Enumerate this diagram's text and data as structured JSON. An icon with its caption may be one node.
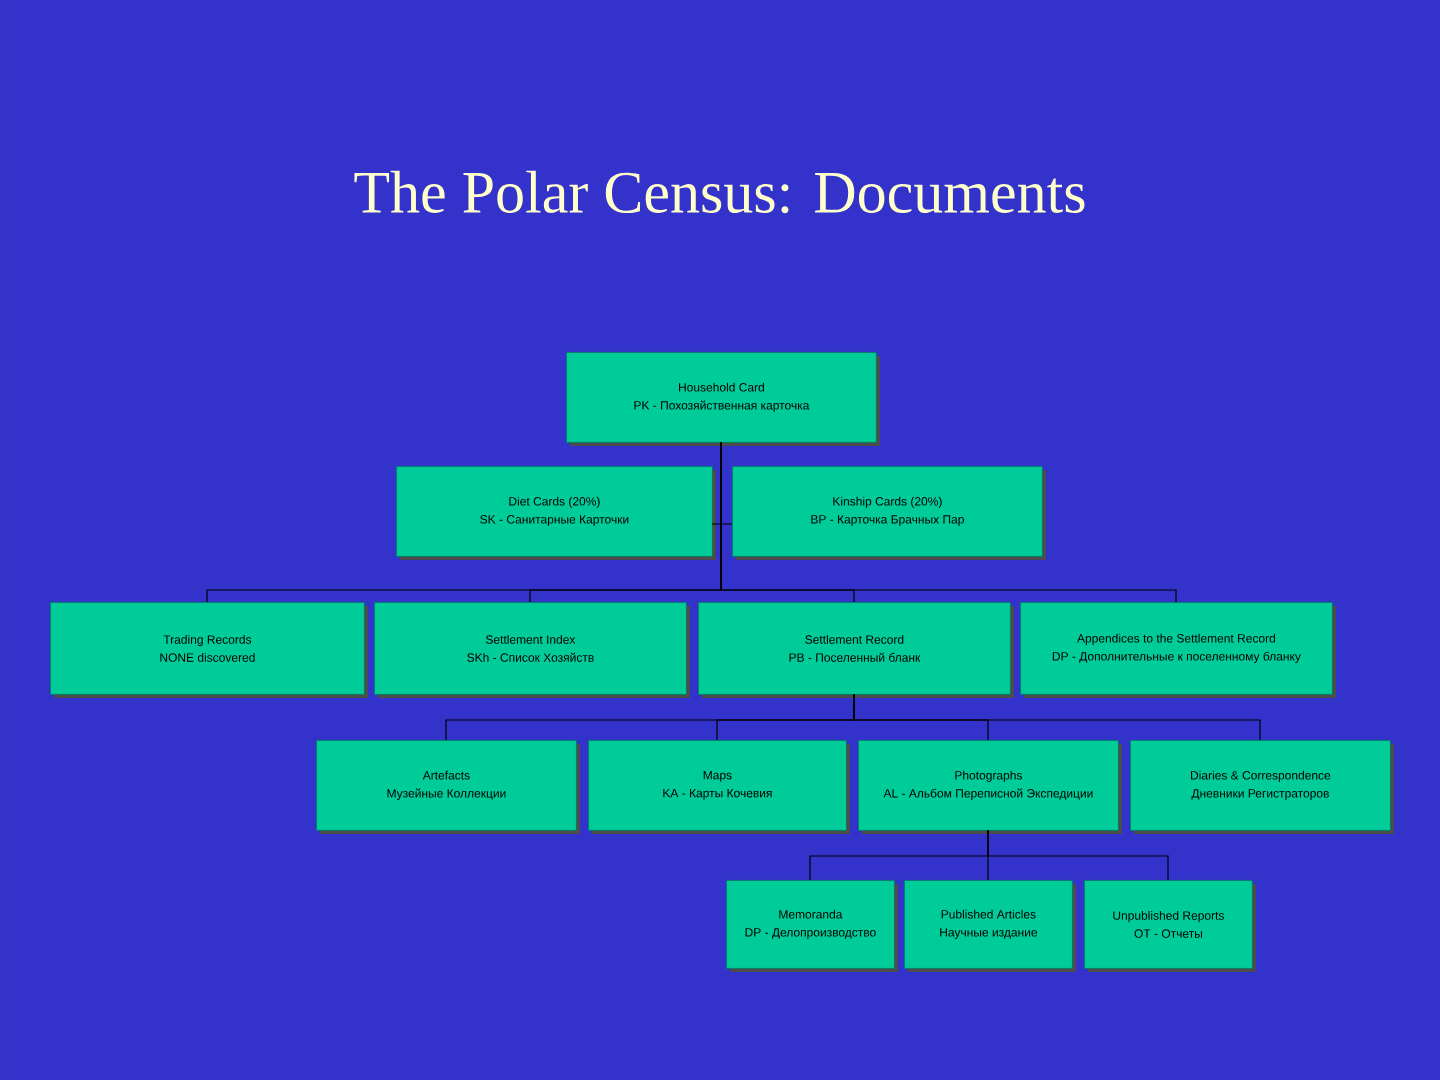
{
  "diagram": {
    "title": "The Polar Census: Documents",
    "nodes": [
      {
        "text": [
          "Household Card",
          "PK - Похозяйственная карточка"
        ]
      },
      {
        "text": [
          "Diet Cards (20%)",
          "SK - Санитарные Карточки"
        ]
      },
      {
        "text": [
          "Kinship Cards (20%)",
          "BP - Карточка Брачных Пар"
        ]
      },
      {
        "text": [
          "Trading Records",
          "NONE discovered"
        ]
      },
      {
        "text": [
          "Settlement Index",
          "SKh - Список Хозяйств"
        ]
      },
      {
        "text": [
          "Settlement Record",
          "PB - Поселенный бланк"
        ]
      },
      {
        "text": [
          "Appendices to the Settlement Record",
          "DP - Дополнительные к поселенному бланку"
        ]
      },
      {
        "text": [
          "Artefacts",
          "Музейные Коллекции"
        ]
      },
      {
        "text": [
          "Maps",
          "KA - Карты Кочевия"
        ]
      },
      {
        "text": [
          "Photographs",
          "AL - Альбом Переписной Экспедиции"
        ]
      },
      {
        "text": [
          "Diaries & Correspondence",
          "Дневники Регистраторов"
        ]
      },
      {
        "text": [
          "Memoranda",
          "DP - Делопроизводство"
        ]
      },
      {
        "text": [
          "Published Articles",
          "Научные издание"
        ]
      },
      {
        "text": [
          "Unpublished Reports",
          "OT - Отчеты"
        ]
      }
    ],
    "edges": [
      {
        "from": 0,
        "to": 1,
        "arrow": "none"
      },
      {
        "from": 0,
        "to": 2,
        "arrow": "none"
      },
      {
        "from": 0,
        "to": 3,
        "arrow": "none"
      },
      {
        "from": 0,
        "to": 4,
        "arrow": "none"
      },
      {
        "from": 0,
        "to": 5,
        "arrow": "none"
      },
      {
        "from": 0,
        "to": 6,
        "arrow": "none"
      },
      {
        "from": 5,
        "to": 7,
        "arrow": "none"
      },
      {
        "from": 5,
        "to": 8,
        "arrow": "none"
      },
      {
        "from": 5,
        "to": 9,
        "arrow": "none"
      },
      {
        "from": 5,
        "to": 10,
        "arrow": "none"
      },
      {
        "from": 9,
        "to": 11,
        "arrow": "none"
      },
      {
        "from": 9,
        "to": 12,
        "arrow": "none"
      },
      {
        "from": 9,
        "to": 13,
        "arrow": "none"
      }
    ]
  }
}
